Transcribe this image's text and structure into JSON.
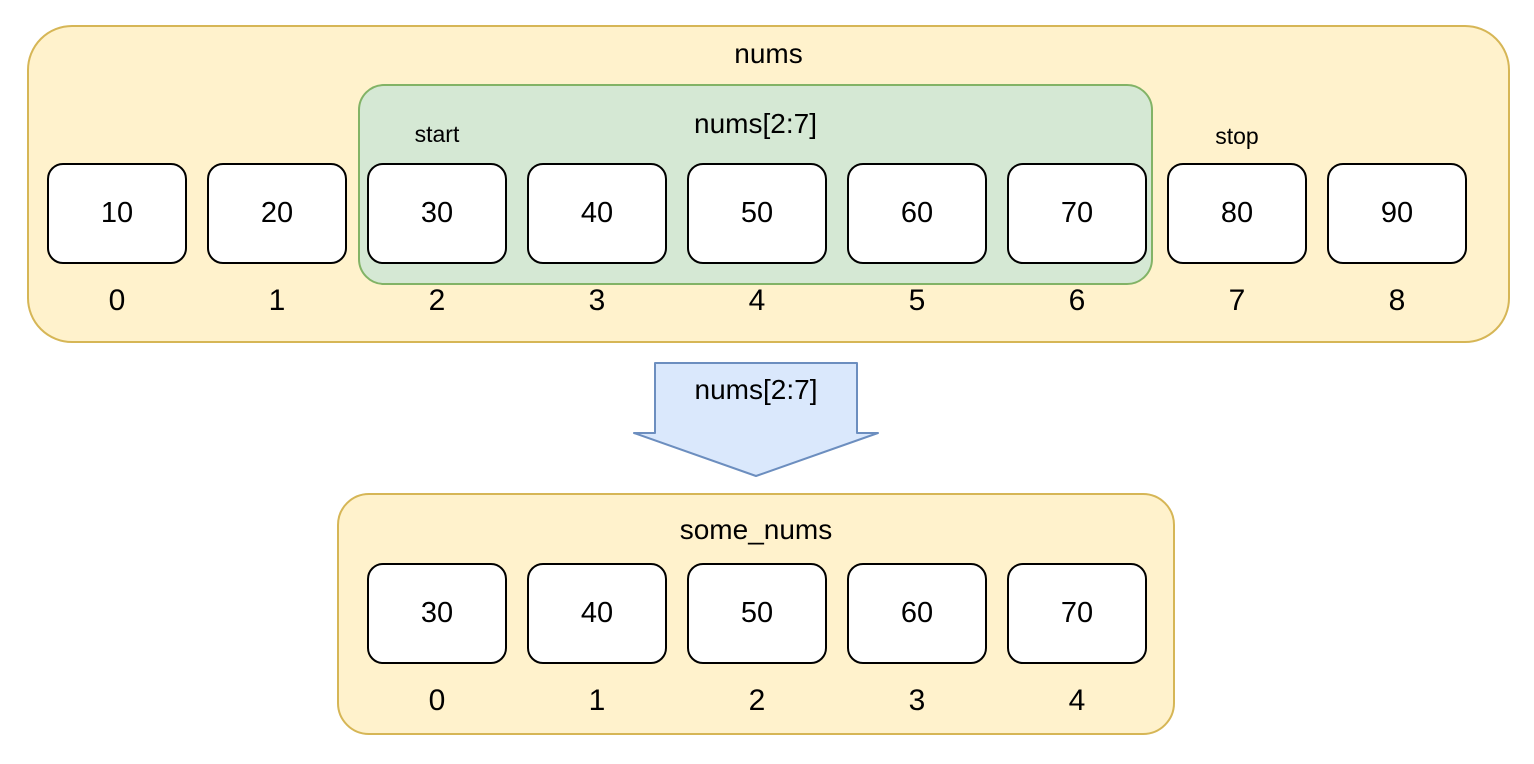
{
  "colors": {
    "container_fill": "#fff2cc",
    "container_border": "#d6b656",
    "slice_fill": "#d5e8d4",
    "slice_border": "#82b366",
    "arrow_fill": "#dae8fc",
    "arrow_border": "#6c8ebf",
    "cell_fill": "#ffffff",
    "cell_border": "#000000"
  },
  "nums": {
    "label": "nums",
    "slice_label": "nums[2:7]",
    "start_label": "start",
    "stop_label": "stop",
    "slice_range": [
      2,
      6
    ],
    "cells": [
      {
        "value": "10",
        "index": "0"
      },
      {
        "value": "20",
        "index": "1"
      },
      {
        "value": "30",
        "index": "2"
      },
      {
        "value": "40",
        "index": "3"
      },
      {
        "value": "50",
        "index": "4"
      },
      {
        "value": "60",
        "index": "5"
      },
      {
        "value": "70",
        "index": "6"
      },
      {
        "value": "80",
        "index": "7"
      },
      {
        "value": "90",
        "index": "8"
      }
    ]
  },
  "arrow": {
    "label": "nums[2:7]"
  },
  "some_nums": {
    "label": "some_nums",
    "cells": [
      {
        "value": "30",
        "index": "0"
      },
      {
        "value": "40",
        "index": "1"
      },
      {
        "value": "50",
        "index": "2"
      },
      {
        "value": "60",
        "index": "3"
      },
      {
        "value": "70",
        "index": "4"
      }
    ]
  }
}
